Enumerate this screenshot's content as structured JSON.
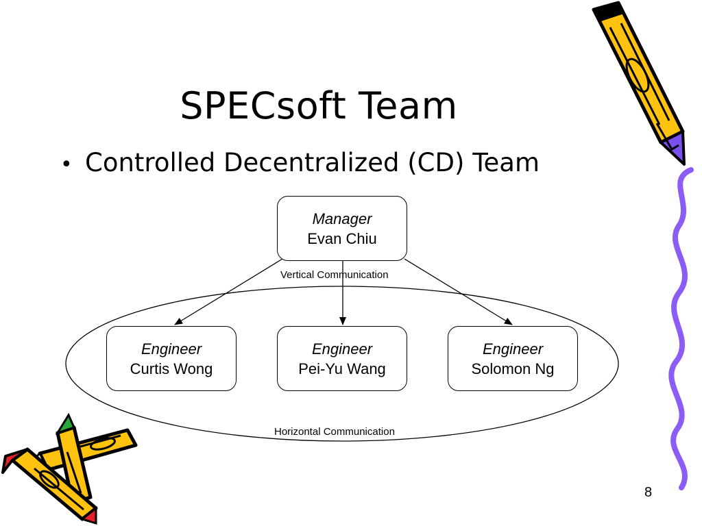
{
  "slide": {
    "title": "SPECsoft Team",
    "bullet": "Controlled Decentralized (CD) Team",
    "page_number": "8"
  },
  "diagram": {
    "manager": {
      "role": "Manager",
      "name": "Evan Chiu"
    },
    "engineers": [
      {
        "role": "Engineer",
        "name": "Curtis Wong"
      },
      {
        "role": "Engineer",
        "name": "Pei-Yu Wang"
      },
      {
        "role": "Engineer",
        "name": "Solomon Ng"
      }
    ],
    "vertical_label": "Vertical Communication",
    "horizontal_label": "Horizontal Communication"
  },
  "colors": {
    "pencil_yellow": "#ffc20e",
    "pencil_purple": "#7a4ff0",
    "pencil_red": "#e8202a",
    "pencil_green": "#2aa83a",
    "squiggle_purple": "#8b5cf6"
  },
  "decorations": [
    "pencil-icon",
    "crossed-pencils-icon",
    "squiggle-line"
  ]
}
